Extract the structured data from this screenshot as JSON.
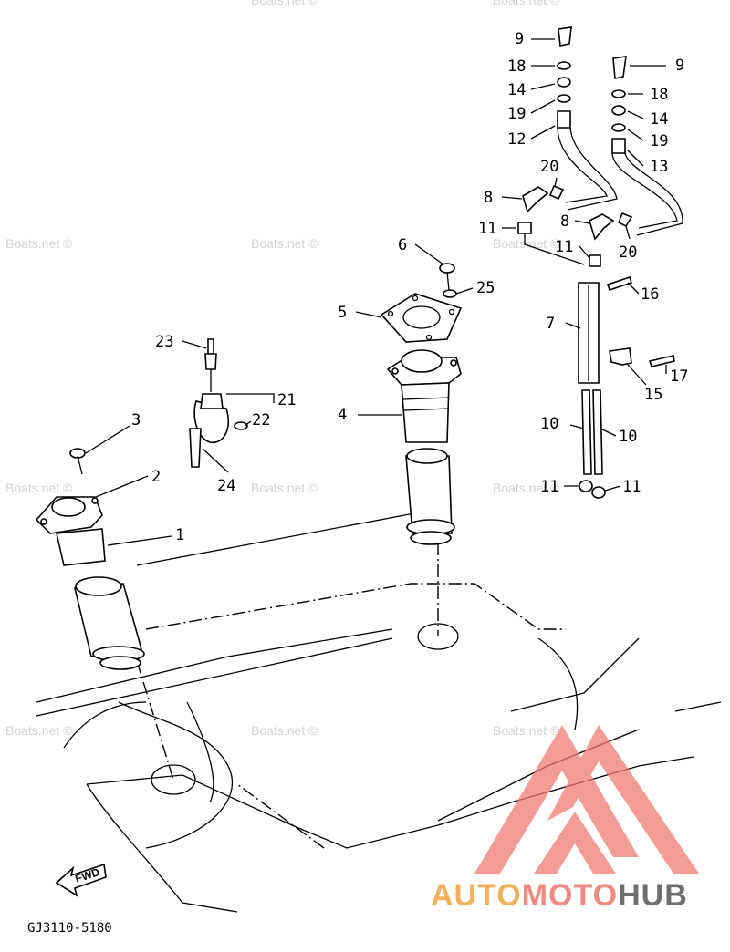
{
  "watermark": "Boats.net ©",
  "diagram_code": "GJ3110-5180",
  "fwd_label": "FWD",
  "logo": {
    "part1": "AUTO",
    "part2": "MOTO",
    "part3": "HUB",
    "color_triangle": "#f07a72",
    "color_auto": "#f2b05a",
    "color_hub": "#6f6f6f"
  },
  "callouts": {
    "c1": "1",
    "c2": "2",
    "c3": "3",
    "c4": "4",
    "c5": "5",
    "c6": "6",
    "c7": "7",
    "c8a": "8",
    "c8b": "8",
    "c9a": "9",
    "c9b": "9",
    "c10a": "10",
    "c10b": "10",
    "c11a": "11",
    "c11b": "11",
    "c11c": "11",
    "c11d": "11",
    "c12": "12",
    "c13": "13",
    "c14a": "14",
    "c14b": "14",
    "c15": "15",
    "c16": "16",
    "c17": "17",
    "c18a": "18",
    "c18b": "18",
    "c19a": "19",
    "c19b": "19",
    "c20a": "20",
    "c20b": "20",
    "c21": "21",
    "c22": "22",
    "c23": "23",
    "c24": "24",
    "c25": "25"
  }
}
